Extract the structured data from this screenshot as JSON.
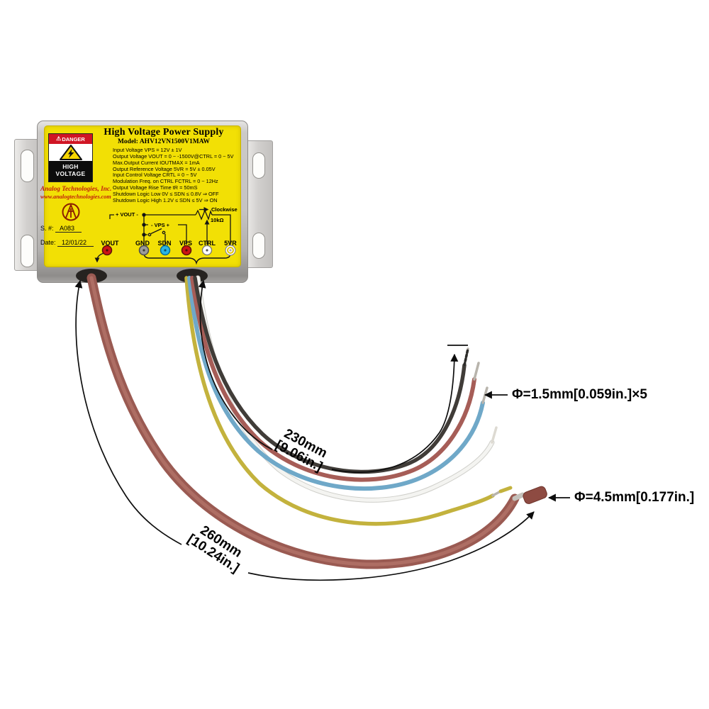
{
  "module": {
    "title": "High Voltage Power Supply",
    "model": "Model: AHV12VN1500V1MAW",
    "specs": [
      "Input Voltage VPS = 12V ± 1V",
      "Output Voltage VOUT = 0 ~ -1500V@CTRL = 0 ~ 5V",
      "Max.Output Current IOUTMAX = 1mA",
      "Output Reference Voltage 5VR = 5V ± 0.05V",
      "Input Control Voltage CRTL = 0 ~ 5V",
      "Modulation Freq. on CTRL FCTRL = 0 ~ 12Hz",
      "Output Voltage Rise Time tR = 50mS",
      "Shutdown Logic Low 0V ≤ SDN ≤ 0.8V ⇒ OFF",
      "Shutdown Logic High 1.2V ≤ SDN ≤ 5V ⇒ ON"
    ],
    "danger_label": {
      "header": "DANGER",
      "line1": "HIGH",
      "line2": "VOLTAGE"
    },
    "company": {
      "name": "Analog Technologies, Inc.",
      "website": "www.analogtechnologies.com"
    },
    "serial": {
      "label": "S. #:",
      "value": "A083"
    },
    "date": {
      "label": "Date:",
      "value": "12/01/22"
    },
    "schematic": {
      "vout_polarity": "+ VOUT -",
      "vps_polarity": "- VPS +",
      "rotation_note": "Clockwise",
      "pot_value": "10kΩ",
      "terminals": [
        {
          "label": "VOUT",
          "color": "#cc1414"
        },
        {
          "label": "GND",
          "color": "#9b9b99"
        },
        {
          "label": "SDN",
          "color": "#2ab5e5"
        },
        {
          "label": "VPS",
          "color": "#cc1414"
        },
        {
          "label": "CTRL",
          "color": "#ffffff"
        },
        {
          "label": "5VR",
          "color": "#ffffff"
        }
      ]
    }
  },
  "annotations": {
    "thin_wires_diameter": "Φ=1.5mm[0.059in.]×5",
    "thick_wire_diameter": "Φ=4.5mm[0.177in.]",
    "thin_wires_length": {
      "mm": "230mm",
      "inches": "[9.06in.]"
    },
    "thick_wire_length": {
      "mm": "260mm",
      "inches": "[10.24in.]"
    }
  },
  "colors": {
    "label_yellow": "#f2e005",
    "case_silver": "#c6c4c2",
    "danger_red": "#d01525",
    "company_red": "#c21f0d",
    "thick_wire_maroon": "#9a5a52",
    "wire_black": "#403c38",
    "wire_maroon": "#a65d57",
    "wire_blue": "#6fa8c8",
    "wire_white": "#f4f4f1",
    "wire_yellow": "#c3b23d"
  }
}
